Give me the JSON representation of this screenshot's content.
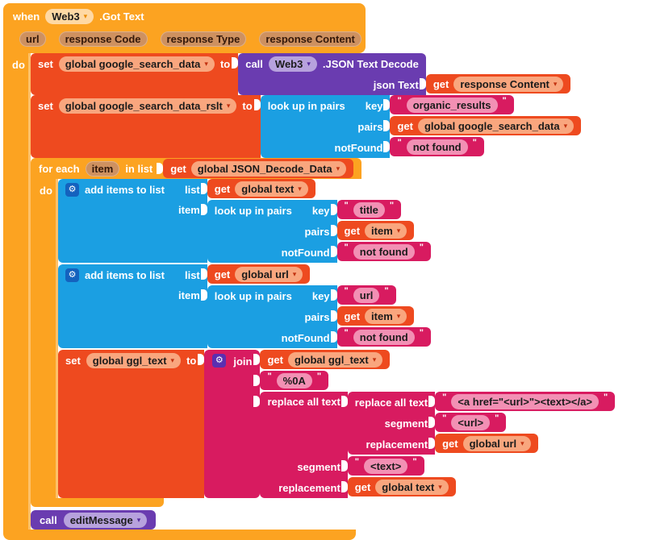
{
  "ui": {
    "quote": "\"",
    "arrow": "▾",
    "gear": "⚙"
  },
  "when": {
    "kw": "when",
    "component": "Web3",
    "event": ".Got Text",
    "params": [
      "url",
      "response Code",
      "response Type",
      "response Content"
    ],
    "do_label": "do"
  },
  "set_data": {
    "set": "set",
    "var": "global google_search_data",
    "to": "to"
  },
  "call_decode": {
    "call": "call",
    "component": "Web3",
    "method": ".JSON Text Decode",
    "arg_label": "json Text",
    "get": "get",
    "var": "response Content"
  },
  "set_rslt": {
    "set": "set",
    "var": "global google_search_data_rslt",
    "to": "to"
  },
  "lookup_rslt": {
    "title": "look up in pairs",
    "key_label": "key",
    "key": "organic_results",
    "pairs_label": "pairs",
    "get": "get",
    "pairs_var": "global google_search_data",
    "notfound_label": "notFound",
    "notfound": "not found"
  },
  "foreach": {
    "for_each": "for each",
    "item": "item",
    "in_list": "in list",
    "get": "get",
    "list_var": "global JSON_Decode_Data",
    "do_label": "do"
  },
  "add_title": {
    "title": "add items to list",
    "list_label": "list",
    "get": "get",
    "list_var": "global text",
    "item_label": "item",
    "lookup": {
      "title": "look up in pairs",
      "key_label": "key",
      "key": "title",
      "pairs_label": "pairs",
      "get": "get",
      "pairs_var": "item",
      "notfound_label": "notFound",
      "notfound": "not found"
    }
  },
  "add_url": {
    "title": "add items to list",
    "list_label": "list",
    "get": "get",
    "list_var": "global url",
    "item_label": "item",
    "lookup": {
      "title": "look up in pairs",
      "key_label": "key",
      "key": "url",
      "pairs_label": "pairs",
      "get": "get",
      "pairs_var": "item",
      "notfound_label": "notFound",
      "notfound": "not found"
    }
  },
  "set_ggl": {
    "set": "set",
    "var": "global ggl_text",
    "to": "to"
  },
  "join": {
    "title": "join",
    "get1": "get",
    "var1": "global ggl_text",
    "newline": "%0A"
  },
  "replace_outer": {
    "title": "replace all text",
    "segment_label": "segment",
    "segment": "<text>",
    "replacement_label": "replacement",
    "get": "get",
    "replacement_var": "global text"
  },
  "replace_inner": {
    "title": "replace all text",
    "text": "<a href=\"<url>\"><text></a>",
    "segment_label": "segment",
    "segment": "<url>",
    "replacement_label": "replacement",
    "get": "get",
    "replacement_var": "global url"
  },
  "call_edit": {
    "call": "call",
    "proc": "editMessage"
  },
  "colors": {
    "amber": "#FCA321",
    "deep_orange": "#EE4A1F",
    "blue": "#1B9FE2",
    "purple": "#6A3CB0",
    "magenta": "#D81B60",
    "pill_salmon": "#F9A67E",
    "pill_pink": "#F290B4",
    "pill_cream": "#FFD9A4",
    "pill_tan": "#CE9160",
    "pill_lavender": "#B7A2DD",
    "gear_blue": "#1462BE",
    "gear_purple": "#5B2FB0"
  }
}
